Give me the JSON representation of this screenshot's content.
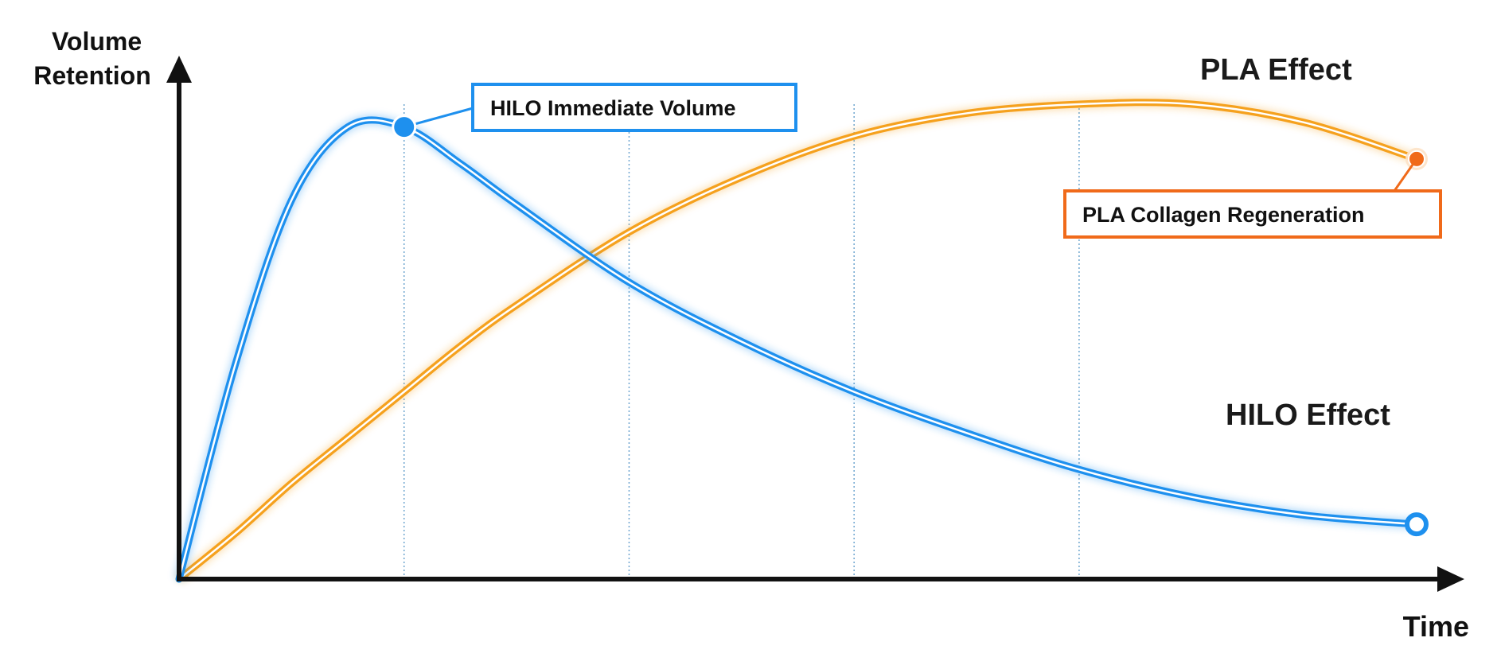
{
  "chart_data": {
    "type": "line",
    "title": "",
    "xlabel": "Time",
    "ylabel": "Volume Retention",
    "xlim": [
      0,
      5.5
    ],
    "ylim": [
      0,
      1.08
    ],
    "grid": "vertical-dotted",
    "x": [
      0,
      0.25,
      0.5,
      0.75,
      1.0,
      1.25,
      1.5,
      2.0,
      2.5,
      3.0,
      3.5,
      4.0,
      4.5,
      5.0,
      5.5
    ],
    "series": [
      {
        "name": "HILO Effect",
        "color": "#1e90ee",
        "end_marker": "hollow-circle",
        "values": [
          0.0,
          0.47,
          0.83,
          0.99,
          0.99,
          0.91,
          0.82,
          0.65,
          0.52,
          0.41,
          0.32,
          0.24,
          0.18,
          0.14,
          0.12
        ]
      },
      {
        "name": "PLA Effect",
        "color": "#f5a11e",
        "end_marker": "filled-circle",
        "end_marker_color": "#f06a1a",
        "values": [
          0.0,
          0.1,
          0.21,
          0.31,
          0.41,
          0.51,
          0.6,
          0.76,
          0.88,
          0.97,
          1.02,
          1.04,
          1.04,
          1.0,
          0.92
        ]
      }
    ],
    "gridlines_x": [
      1,
      2,
      3,
      4
    ],
    "annotations": [
      {
        "text": "HILO Immediate Volume",
        "series": 0,
        "point_index": 4,
        "color": "#1e90ee",
        "marker": "filled-circle"
      },
      {
        "text": "PLA Collagen Regeneration",
        "series": 1,
        "point_index": 14,
        "color": "#f06a1a"
      }
    ]
  }
}
